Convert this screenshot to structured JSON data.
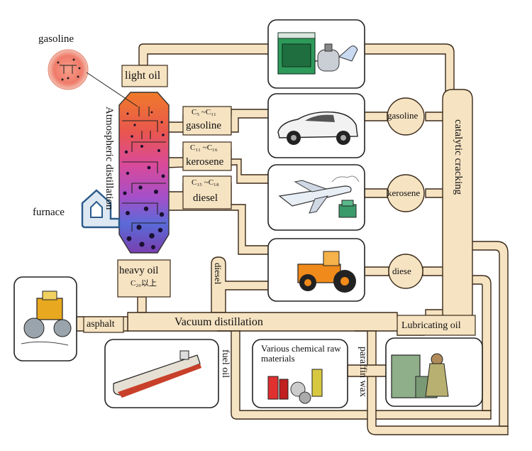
{
  "colors": {
    "pipe_fill": "#f6e3c2",
    "pipe_stroke": "#3b2a1a",
    "tower_top": "#f07a2a",
    "tower_mid": "#d94a9a",
    "tower_low": "#5a5fd4",
    "tower_bottom": "#7a3fb0",
    "box_fill": "#ffffff"
  },
  "tower": {
    "label": "Atmospheric distillation",
    "top_output": "light oil",
    "bottom_output": "heavy oil",
    "bottom_fraction": "C₂₀以上"
  },
  "furnace": {
    "label": "furnace"
  },
  "gasoline_bubble": {
    "label": "gasoline"
  },
  "fractions": [
    {
      "formula": "C₅ ~C₁₁",
      "name": "gasoline"
    },
    {
      "formula": "C₁₁ ~C₁₆",
      "name": "kerosene"
    },
    {
      "formula": "C₁₅ ~C₁₈",
      "name": "diesel"
    }
  ],
  "cracking": {
    "label": "catalytic cracking",
    "outputs": [
      "gasoline",
      "kerosene",
      "diese"
    ]
  },
  "vacuum": {
    "label": "Vacuum distillation",
    "asphalt": "asphalt",
    "diesel": "diesel",
    "fuel_oil": "fuel oil",
    "paraffin_wax": "paraffin wax",
    "lubricating_oil": "Lubricating oil",
    "chemicals": "Various chemical raw materials"
  },
  "icons": {
    "stove": "gas-stove-icon",
    "car": "sports-car-icon",
    "plane": "airplane-icon",
    "tractor": "tractor-icon",
    "roller": "road-roller-icon",
    "ship": "tanker-ship-icon",
    "chemicals": "chemical-products-icon",
    "mechanic": "mechanic-machine-icon"
  }
}
